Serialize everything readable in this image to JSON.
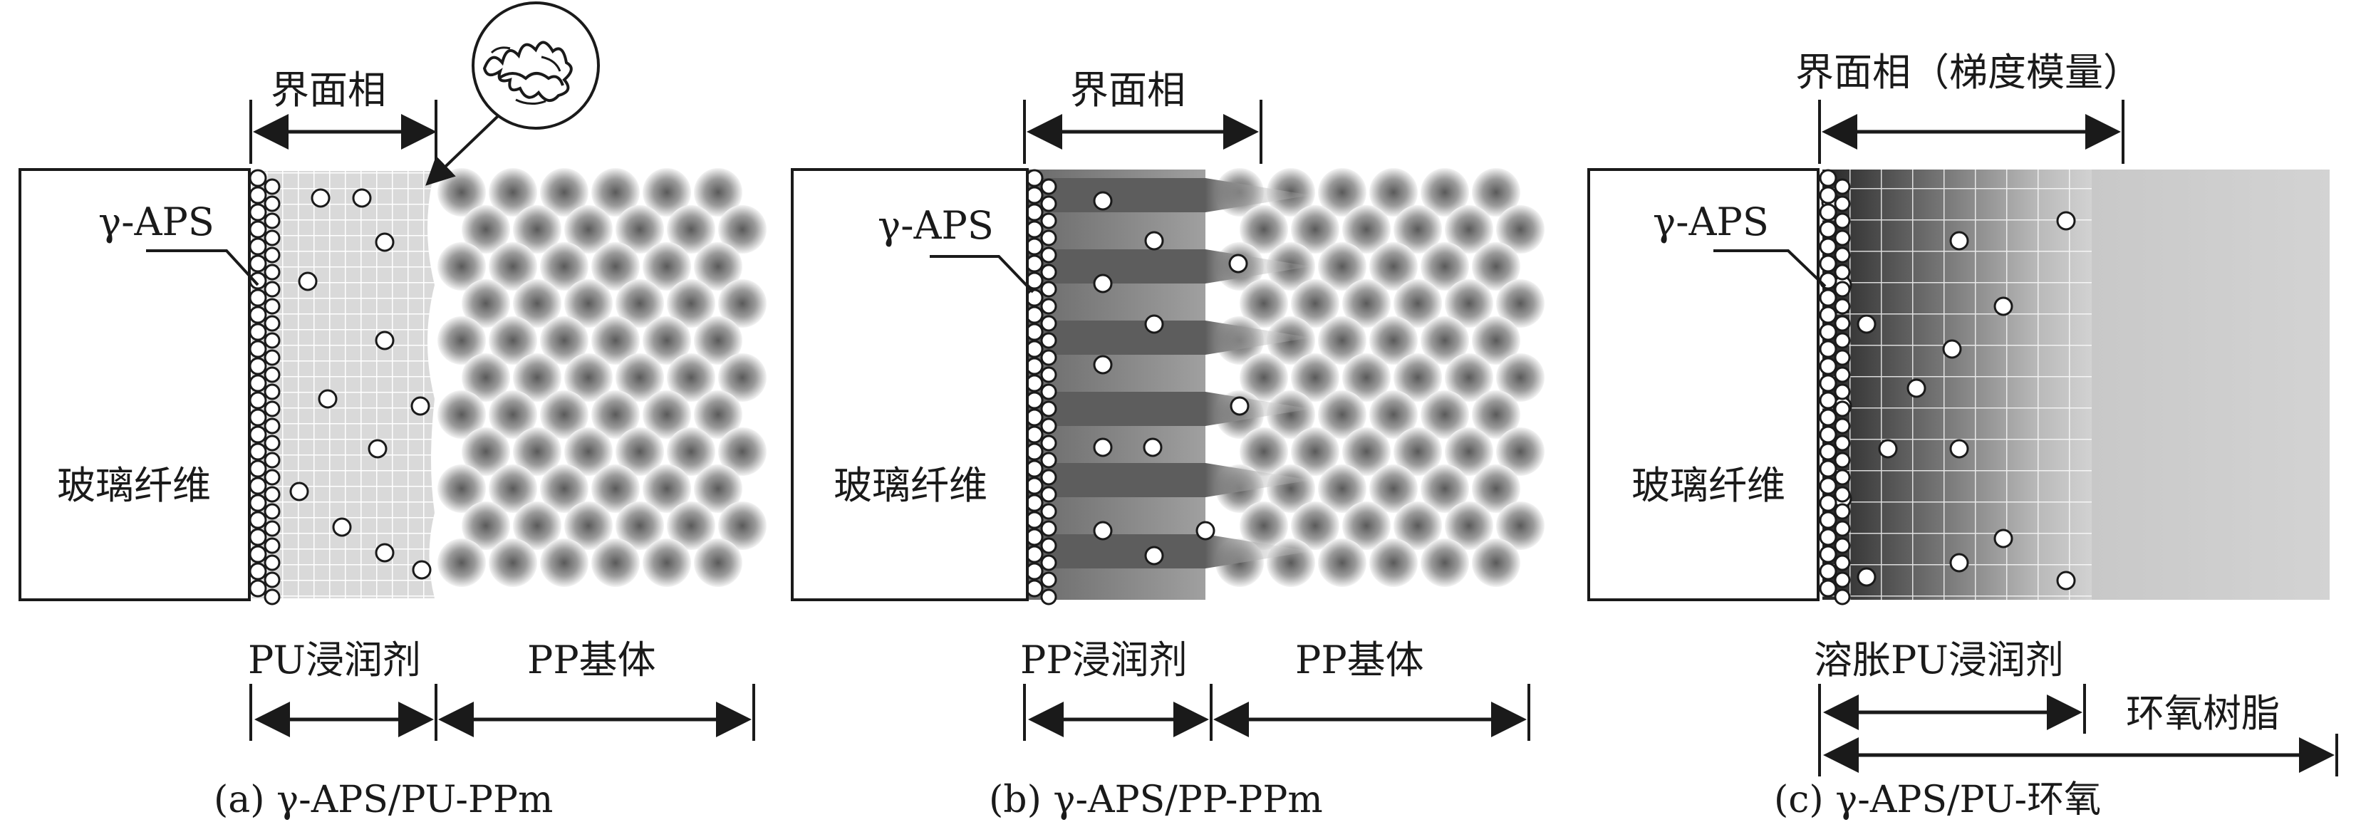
{
  "panels": [
    {
      "id": "a",
      "interphase_label": "界面相",
      "coupling_label": "γ-APS",
      "fiber_label": "玻璃纤维",
      "sizing_label": "PU浸润剂",
      "matrix_label": "PP基体",
      "caption": "(a) γ-APS/PU-PPm"
    },
    {
      "id": "b",
      "interphase_label": "界面相",
      "coupling_label": "γ-APS",
      "fiber_label": "玻璃纤维",
      "sizing_label": "PP浸润剂",
      "matrix_label": "PP基体",
      "caption": "(b) γ-APS/PP-PPm"
    },
    {
      "id": "c",
      "interphase_label": "界面相（梯度模量）",
      "coupling_label": "γ-APS",
      "fiber_label": "玻璃纤维",
      "sizing_label": "溶胀PU浸润剂",
      "matrix_label": "环氧树脂",
      "caption": "(c) γ-APS/PU-环氧"
    }
  ],
  "colors": {
    "ink": "#1a1a1a",
    "fiber_fill": "#ffffff",
    "grid_fill": "#d6d6d6",
    "sphere_dark": "#555555",
    "sphere_light": "#f4f4f4",
    "gradient_dark": "#2c2c2c",
    "matrix_grey": "#cfcfcf"
  }
}
